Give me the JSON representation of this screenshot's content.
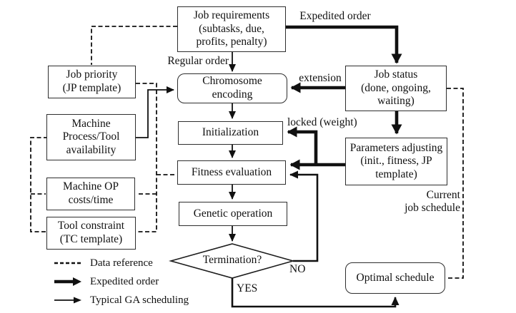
{
  "nodes": {
    "job_requirements": {
      "label": "Job requirements\n(subtasks, due,\nprofits, penalty)"
    },
    "job_status": {
      "label": "Job status\n(done, ongoing,\nwaiting)"
    },
    "chromosome_encoding": {
      "label": "Chromosome\nencoding"
    },
    "initialization": {
      "label": "Initialization"
    },
    "fitness_evaluation": {
      "label": "Fitness evaluation"
    },
    "genetic_operation": {
      "label": "Genetic operation"
    },
    "termination": {
      "label": "Termination?"
    },
    "parameters_adjusting": {
      "label": "Parameters adjusting\n(init., fitness, JP\ntemplate)"
    },
    "optimal_schedule": {
      "label": "Optimal schedule"
    },
    "job_priority": {
      "label": "Job priority\n(JP template)"
    },
    "machine_process_tool": {
      "label": "Machine\nProcess/Tool\navailability"
    },
    "machine_op": {
      "label": "Machine OP\ncosts/time"
    },
    "tool_constraint": {
      "label": "Tool constraint\n(TC template)"
    }
  },
  "edge_labels": {
    "expedited_order": "Expedited order",
    "regular_order": "Regular order",
    "extension": "extension",
    "locked_weight": "locked (weight)",
    "current_job_schedule": "Current\njob schedule",
    "no": "NO",
    "yes": "YES"
  },
  "legend": {
    "items": [
      {
        "style": "dashed-line",
        "label": "Data reference"
      },
      {
        "style": "thick-arrow",
        "label": "Expedited order"
      },
      {
        "style": "thin-arrow",
        "label": "Typical GA scheduling"
      }
    ]
  },
  "colors": {
    "line": "#111111",
    "box_border": "#2e2e2e",
    "background": "#ffffff",
    "text": "#111111"
  }
}
